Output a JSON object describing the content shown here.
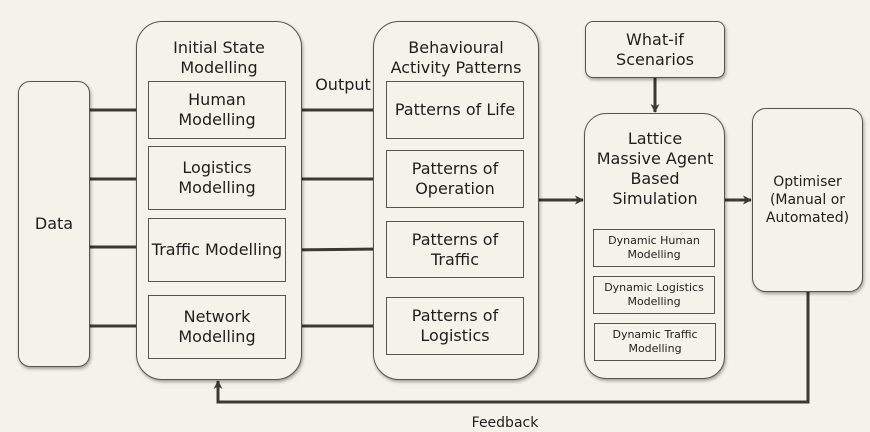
{
  "data_box": {
    "label": "Data"
  },
  "initial_state": {
    "title": "Initial State Modelling",
    "items": [
      "Human Modelling",
      "Logistics Modelling",
      "Traffic Modelling",
      "Network Modelling"
    ]
  },
  "output_label": "Output",
  "behavioural": {
    "title": "Behavioural Activity Patterns",
    "items": [
      "Patterns of Life",
      "Patterns of Operation",
      "Patterns of Traffic",
      "Patterns of Logistics"
    ]
  },
  "what_if": {
    "label": "What-if Scenarios"
  },
  "lattice": {
    "title": "Lattice Massive Agent Based Simulation",
    "items": [
      "Dynamic Human Modelling",
      "Dynamic Logistics Modelling",
      "Dynamic Traffic Modelling"
    ]
  },
  "optimiser": {
    "label": "Optimiser (Manual or Automated)"
  },
  "feedback_label": "Feedback"
}
